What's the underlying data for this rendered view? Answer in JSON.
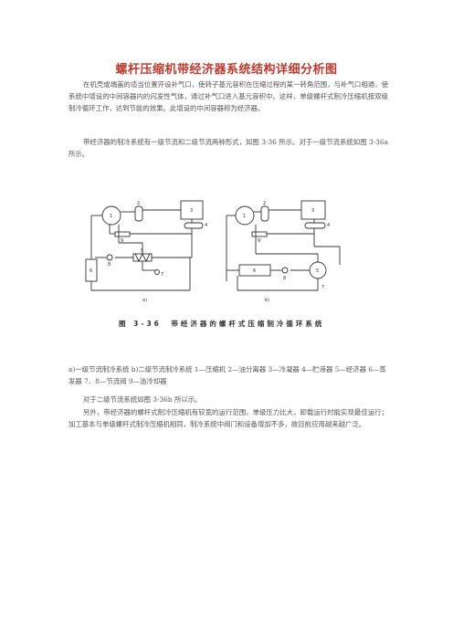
{
  "document": {
    "title": "螺杆压缩机带经济器系统结构详细分析图",
    "paragraphs": [
      "在机壳或端盖的适当位置开设补气口，使转子基元容积在压缩过程的某一转角范围，与补气口相通，使系统中增设的中间容器内的闪发性气体，通过补气口进入基元容积中。这样，单级螺杆式制冷压缩机按双级制冷循环工作，达到节能的效果。此增设的中间容器称为经济器。",
      "带经济器的制冷系统有一级节流和二级节流两种形式，如图 3-36 所示。对于一级节流系统如图 3-36a 所示。"
    ],
    "figure_caption": "图 3-36　带经济器的螺杆式压缩制冷循环系统",
    "figure_labels": {
      "a": "a)",
      "b": "b)",
      "n1": "1",
      "n2": "2",
      "n3": "3",
      "n4": "4",
      "n5": "5",
      "n6": "6",
      "n7": "7",
      "n8": "8",
      "n9": "9"
    },
    "legend": "a)一级节流制冷系统 b)二级节流制冷系统 1—压缩机 2—油分离器 3—冷凝器 4—贮液器 5—经济器 6—蒸发器 7、8—节流阀 9—油冷却器",
    "paragraph_3": "对于二级节流系统如图 3-36b 所以示。",
    "paragraph_4": "另外，带经济器的螺杆式制冷压缩机有较宽的运行范围，单级压力比大，卸载运行时能实现最佳运行；加工基本与单级螺杆式制冷压缩机相同，制冷系统中阀门和设备增加不多，故目前应用越来越广泛。"
  }
}
